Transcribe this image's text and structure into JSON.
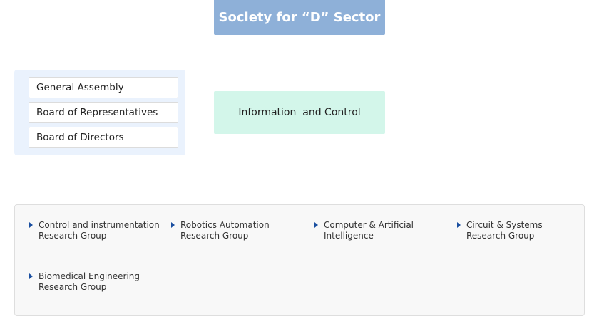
{
  "top": {
    "title": "Society for “D” Sector"
  },
  "center": {
    "title": "Information  and Control"
  },
  "boards": [
    {
      "label": "General Assembly"
    },
    {
      "label": "Board of Representatives"
    },
    {
      "label": "Board of Directors"
    }
  ],
  "groups": [
    {
      "line1": "Control and instrumentation",
      "line2": "Research Group"
    },
    {
      "line1": "Robotics Automation",
      "line2": "Research Group"
    },
    {
      "line1": "Computer & Artificial",
      "line2": "Intelligence"
    },
    {
      "line1": "Circuit & Systems",
      "line2": "Research Group"
    },
    {
      "line1": "Biomedical Engineering",
      "line2": "Research Group"
    }
  ],
  "colors": {
    "top_box": "#8eb0d8",
    "center_box": "#d3f6ea",
    "board_panel": "#eaf2fd",
    "bullet": "#1a4fa0"
  }
}
